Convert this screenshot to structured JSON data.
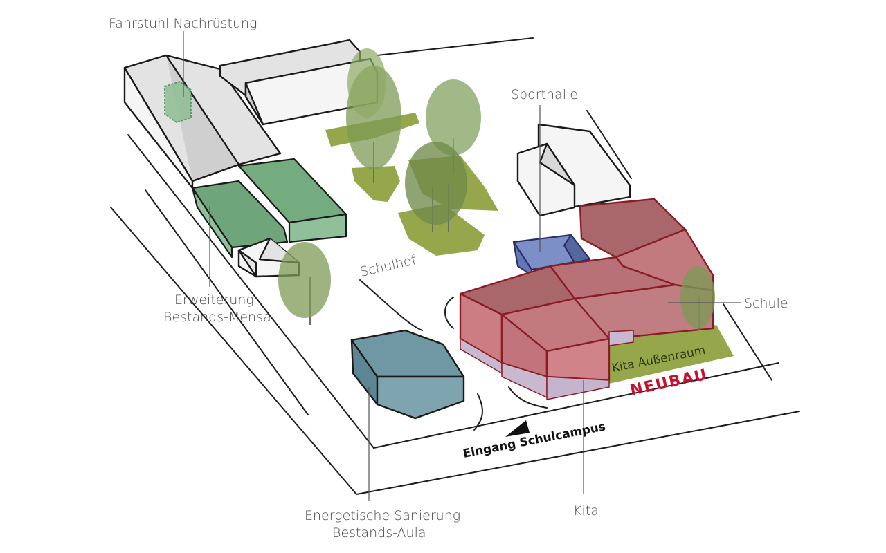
{
  "labels": {
    "fahrstuhl": "Fahrstuhl Nachrüstung",
    "sporthalle": "Sporthalle",
    "schulhof": "Schulhof",
    "erweiterung_line1": "Erweiterung",
    "erweiterung_line2": "Bestands-Mensa",
    "schule": "Schule",
    "kita_aussenraum": "Kita Außenraum",
    "neubau": "NEUBAU",
    "eingang": "Eingang Schulcampus",
    "sanierung_line1": "Energetische Sanierung",
    "sanierung_line2": "Bestands-Aula",
    "kita": "Kita"
  },
  "colors": {
    "mensa_extension": "#6fa57a",
    "aula_renovation": "#6f97a4",
    "new_building": "#c37a7f",
    "new_building_outline": "#8a1d24",
    "sporthalle_annex": "#7c8fc7",
    "lawn": "#8c9e3c",
    "neubau_text": "#c8102e",
    "existing_buildings": "#e3e3e3"
  },
  "icons": {
    "entrance_marker": "triangle-arrow-icon",
    "trees": "tree-icon"
  }
}
